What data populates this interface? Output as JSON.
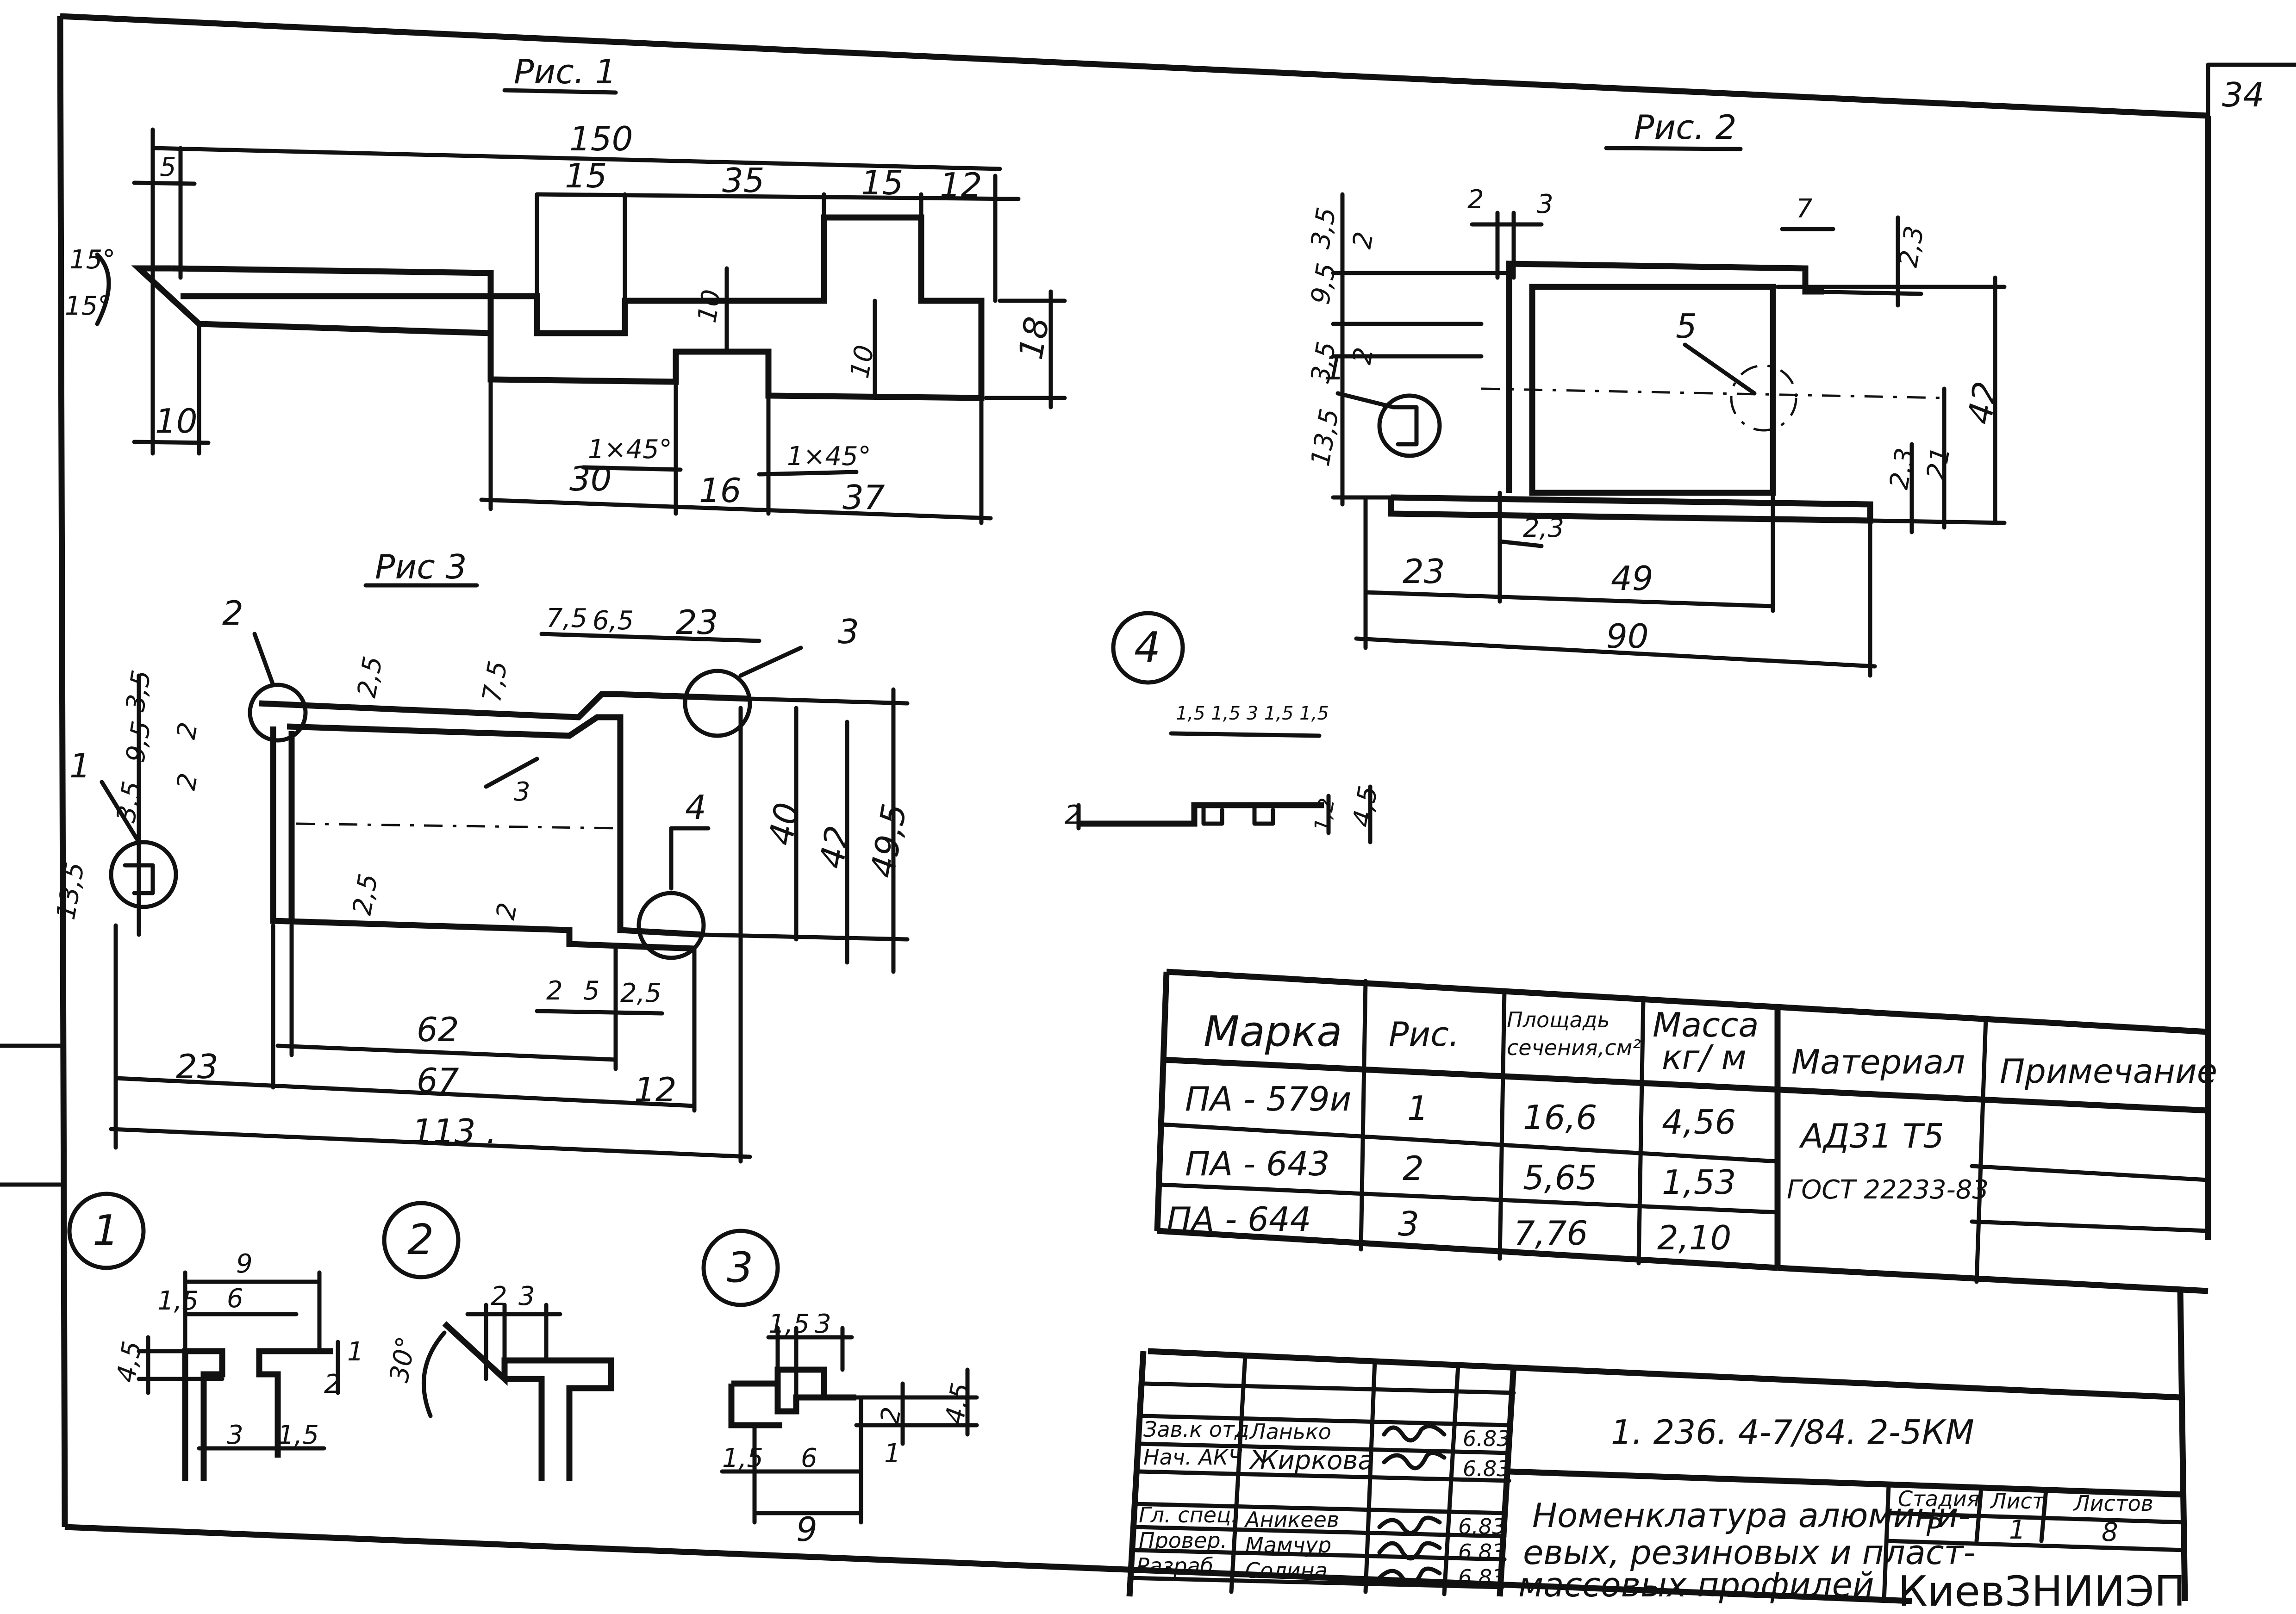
{
  "page_number": "34",
  "figures": {
    "fig1": {
      "title": "Рис. 1",
      "dims": {
        "total": "150",
        "d5": "5",
        "d15a": "15",
        "d35": "35",
        "d15b": "15",
        "d12": "12",
        "a15a": "15°",
        "a15b": "15°",
        "d10a": "10",
        "d10b": "10",
        "d10c": "10",
        "d18": "18",
        "ch1": "1×45°",
        "ch2": "1×45°",
        "d30": "30",
        "d16": "16",
        "d37": "37"
      }
    },
    "fig2": {
      "title": "Рис. 2",
      "callout1": "1",
      "callout5": "5",
      "dims": {
        "d2": "2",
        "d3": "3",
        "d7": "7",
        "v35a": "3,5",
        "v2a": "2",
        "v95": "9,5",
        "v2b": "2",
        "v35b": "3,5",
        "v135": "13,5",
        "r23a": "2,3",
        "r42": "42",
        "r23b": "2,3",
        "r21": "21",
        "d23in": "2,3",
        "b23": "23",
        "b49": "49",
        "b90": "90"
      }
    },
    "fig3": {
      "title": "Рис 3",
      "callout1": "1",
      "callout2": "2",
      "callout3": "3",
      "callout4": "4",
      "dims": {
        "t75a": "7,5",
        "t65": "6,5",
        "t23": "23",
        "t75b": "7,5",
        "t25": "2,5",
        "t3": "3",
        "l35a": "3,5",
        "l95": "9,5",
        "l35b": "3,5",
        "l2a": "2",
        "l2b": "2",
        "l135": "13,5",
        "r40": "40",
        "r42": "42",
        "r495": "49,5",
        "b25": "2,5",
        "b2": "2",
        "i2": "2",
        "i5": "5",
        "i25": "2,5",
        "b62": "62",
        "b23": "23",
        "b67": "67",
        "b12": "12",
        "b113": "113 ."
      }
    },
    "detail1": {
      "label": "1",
      "dims": {
        "d9": "9",
        "d15": "1,5",
        "d6": "6",
        "d45": "4,5",
        "d2": "2",
        "d1": "1",
        "d3": "3",
        "d15b": "1,5"
      }
    },
    "detail2": {
      "label": "2",
      "dims": {
        "d2": "2",
        "d3": "3",
        "ang": "30°"
      }
    },
    "detail3": {
      "label": "3",
      "dims": {
        "d15": "1,5",
        "d3": "3",
        "d2": "2",
        "d45": "4,5",
        "d1": "1",
        "d15b": "1,5",
        "d6": "6",
        "d9": "9"
      }
    },
    "detail4": {
      "label": "4",
      "dims": {
        "top": "1,5 1,5 3 1,5 1,5",
        "d2": "2",
        "d12": "1,2",
        "d45": "4,5"
      }
    }
  },
  "spec_table": {
    "headers": [
      "Марка",
      "Рис.",
      "Площадь сечения,см²",
      "Масса кг/ м",
      "Материал",
      "Примечание"
    ],
    "rows": [
      {
        "mark": "ПА - 579и",
        "fig": "1",
        "area": "16,6",
        "mass": "4,56"
      },
      {
        "mark": "ПА - 643",
        "fig": "2",
        "area": "5,65",
        "mass": "1,53"
      },
      {
        "mark": "ПА - 644",
        "fig": "3",
        "area": "7,76",
        "mass": "2,10"
      }
    ],
    "material_line1": "АД31 Т5",
    "material_line2": "ГОСТ 22233-83"
  },
  "title_block": {
    "doc_code": "1. 236. 4-7/84. 2-5КМ",
    "signatures": [
      {
        "role": "Зав.к отд",
        "name": "Ланько",
        "date": "6.83"
      },
      {
        "role": "Нач. АКЧ",
        "name": "Жиркова",
        "date": "6.83"
      },
      {
        "role": "Гл. спец.",
        "name": "Аникеев",
        "date": "6.83"
      },
      {
        "role": "Провер.",
        "name": "Мамчур",
        "date": "6.83"
      },
      {
        "role": "Разраб.",
        "name": "Солина",
        "date": "6.83"
      }
    ],
    "title_line1": "Номенклатура алюмини-",
    "title_line2": "евых, резиновых и пласт-",
    "title_line3": "массовых профилей",
    "stage_label": "Стадия",
    "sheet_label": "Лист",
    "sheets_label": "Листов",
    "stage": "Р",
    "sheet": "1",
    "sheets": "8",
    "organization": "КиевЗНИИЭП"
  }
}
